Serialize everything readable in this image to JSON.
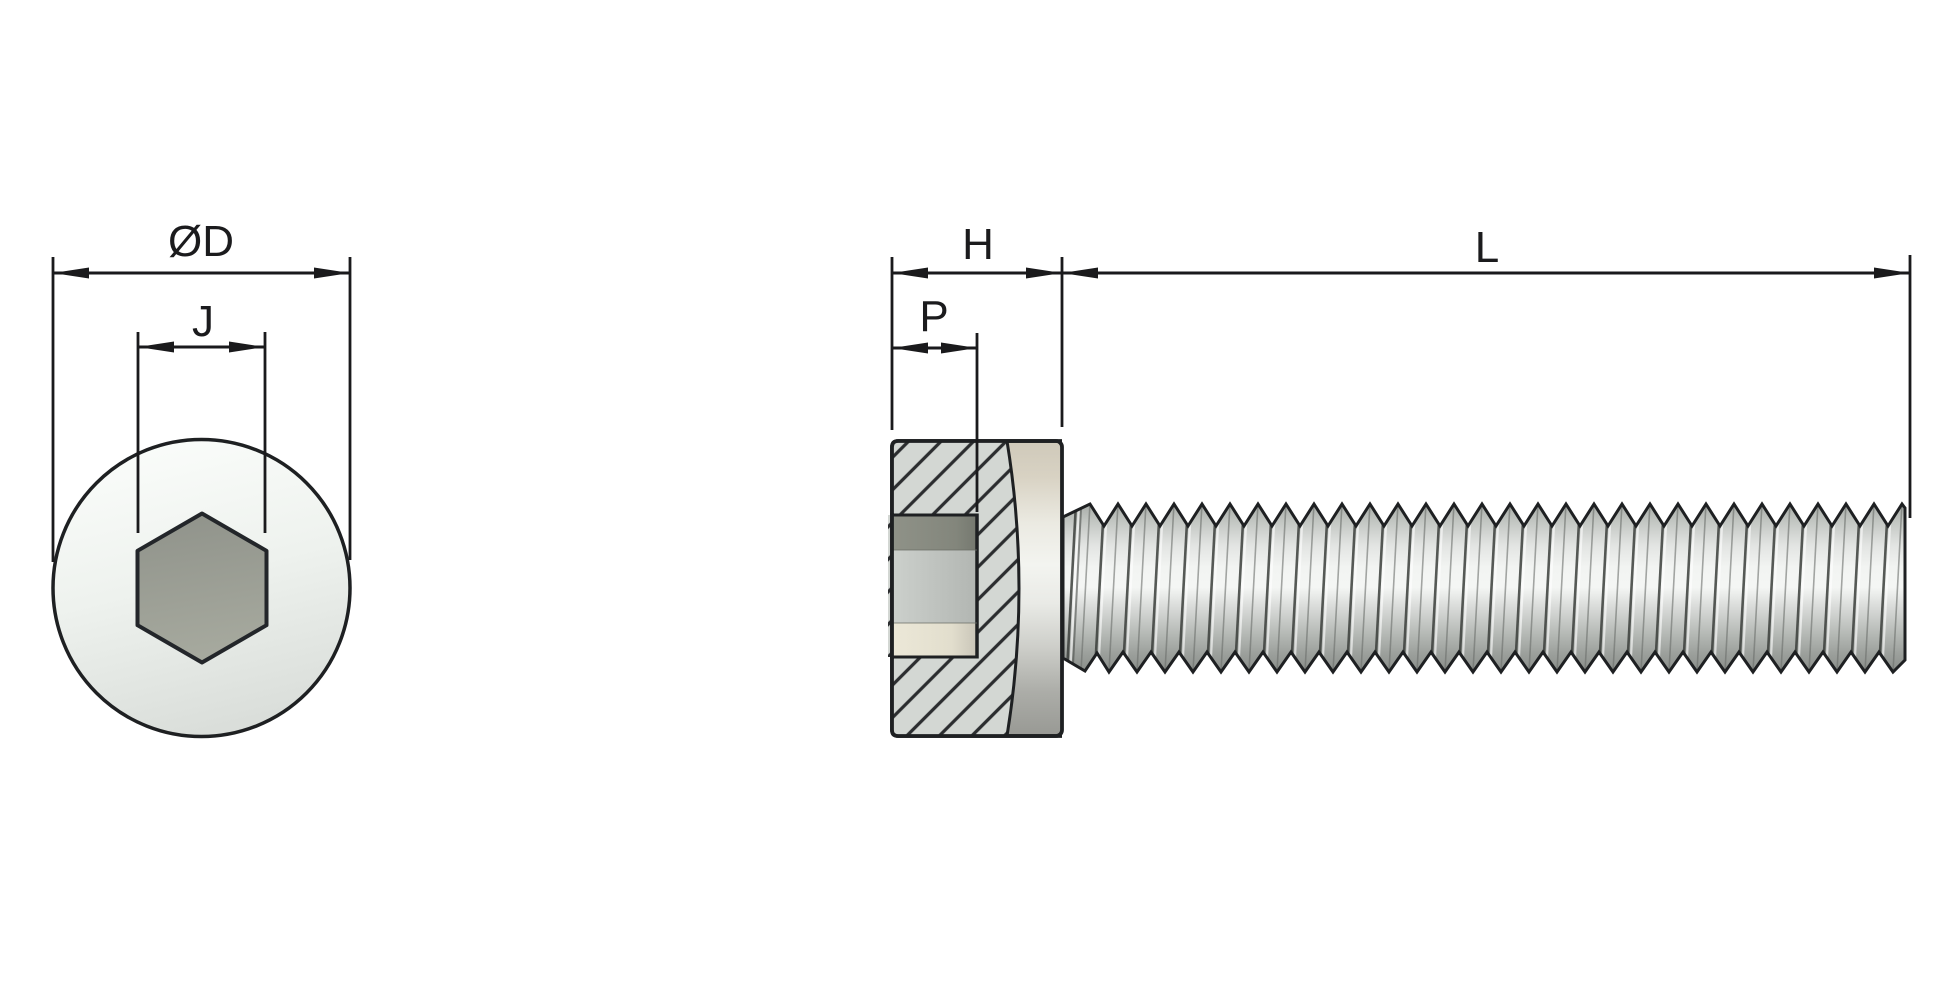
{
  "diagram": {
    "type": "technical-drawing",
    "subject": "socket-head-cap-screw",
    "end_view": {
      "outer_diameter_label": "ØD",
      "socket_width_label": "J"
    },
    "side_view": {
      "head_height_label": "H",
      "socket_depth_label": "P",
      "length_label": "L"
    }
  },
  "colors": {
    "background": "#ffffff",
    "outline": "#1e2022",
    "dim_line": "#1a1a1c",
    "label_text": "#1b1b1d",
    "circle_top": "#fbfdfb",
    "circle_mid": "#eef2ee",
    "circle_bottom": "#dadeda",
    "hex_top": "#8f928a",
    "hex_bottom": "#a6a99e",
    "hatch_fill": "#d3d7d3",
    "hatch_line": "#2b2d2f",
    "head_band_tan": "#cfc9ba",
    "head_band_light": "#f3f4f0",
    "head_band_dark": "#989994",
    "socket_band_dark": "#878a81",
    "socket_band_mid": "#c3c7c3",
    "socket_band_cream": "#eae6d6",
    "thread_highlight": "#f4f6f4",
    "thread_mid": "#c6cac6",
    "thread_shadow": "#8a8e8a"
  }
}
